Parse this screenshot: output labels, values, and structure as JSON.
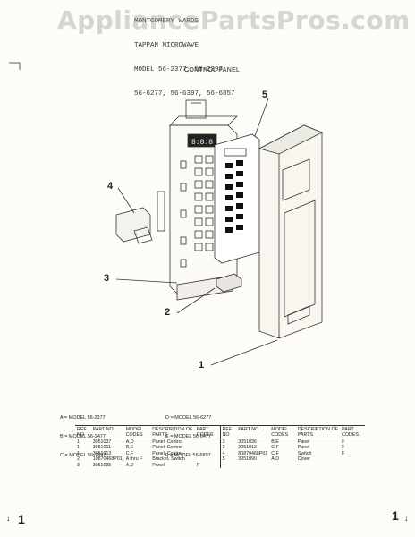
{
  "header": {
    "typed_lines": [
      "MONTGOMERY WARDS",
      "TAPPAN MICROWAVE",
      "MODEL 56-2377, 56-2397",
      "56-6277, 56-6397, 56-6857"
    ],
    "watermark": "AppliancePartsPros.com"
  },
  "diagram": {
    "title": "CONTROL PANEL",
    "callouts": [
      "1",
      "2",
      "3",
      "4",
      "5"
    ]
  },
  "legend": {
    "left": [
      "A = MODEL 56-2377",
      "B = MODEL 56-2477",
      "C = MODEL 56-2897"
    ],
    "right": [
      "D = MODEL 56-6277",
      "E = MODEL 56-6477",
      "F = MODEL 56-6897"
    ]
  },
  "table": {
    "headers": [
      "REF NO",
      "PART NO",
      "MODEL CODES",
      "DESCRIPTION OF PARTS",
      "PART CODES"
    ],
    "left_rows": [
      [
        "1",
        "3051037",
        "A,D",
        "Panel, Control",
        ""
      ],
      [
        "1",
        "3051011",
        "B,E",
        "Panel, Control",
        ""
      ],
      [
        "1",
        "3051013",
        "C,F",
        "Panel, Control",
        ""
      ],
      [
        "2",
        "10870468P01",
        "A thru F",
        "Bracket, Switch",
        ""
      ],
      [
        "3",
        "3051035",
        "A,D",
        "Panel",
        "F"
      ]
    ],
    "right_rows": [
      [
        "3",
        "3051036",
        "B,E",
        "Panel",
        "F"
      ],
      [
        "3",
        "3051012",
        "C,F",
        "Panel",
        "F"
      ],
      [
        "4",
        "80870468P02",
        "C,F",
        "Switch",
        "F"
      ],
      [
        "5",
        "3051090",
        "A,D",
        "Cover",
        ""
      ]
    ]
  },
  "footer": {
    "left_mark": "1",
    "right_mark": "1"
  }
}
